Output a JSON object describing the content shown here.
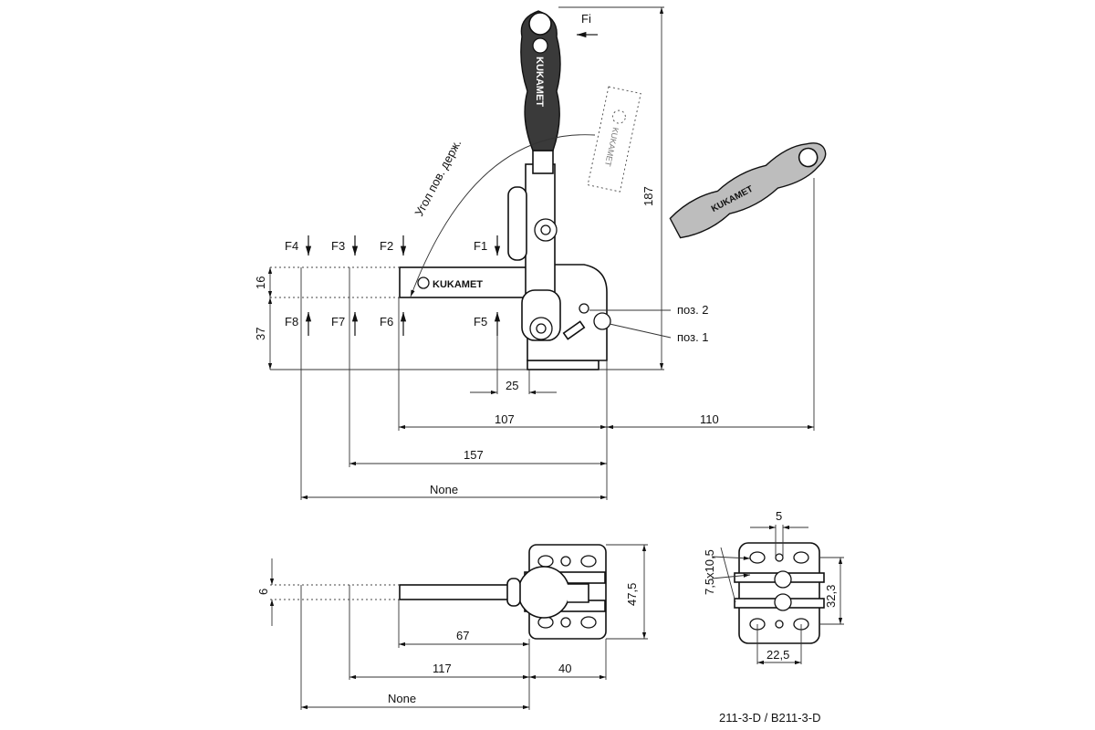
{
  "labels": {
    "f1": "F1",
    "f2": "F2",
    "f3": "F3",
    "f4": "F4",
    "f5": "F5",
    "f6": "F6",
    "f7": "F7",
    "f8": "F8",
    "fi": "Fi",
    "angle": "Угол пов. держ.",
    "pos2": "поз. 2",
    "pos1": "поз. 1",
    "brand": "KUKAMET",
    "model": "211-3-D / B211-3-D"
  },
  "dims": {
    "d16": "16",
    "d37": "37",
    "d25": "25",
    "d107": "107",
    "d110": "110",
    "d157": "157",
    "dNone1": "None",
    "d187": "187",
    "d6": "6",
    "d47_5": "47,5",
    "d67": "67",
    "d117": "117",
    "d40": "40",
    "dNone2": "None",
    "d5": "5",
    "d7_5x10_5": "7,5x10,5",
    "d32_3": "32,3",
    "d22_5": "22,5"
  }
}
